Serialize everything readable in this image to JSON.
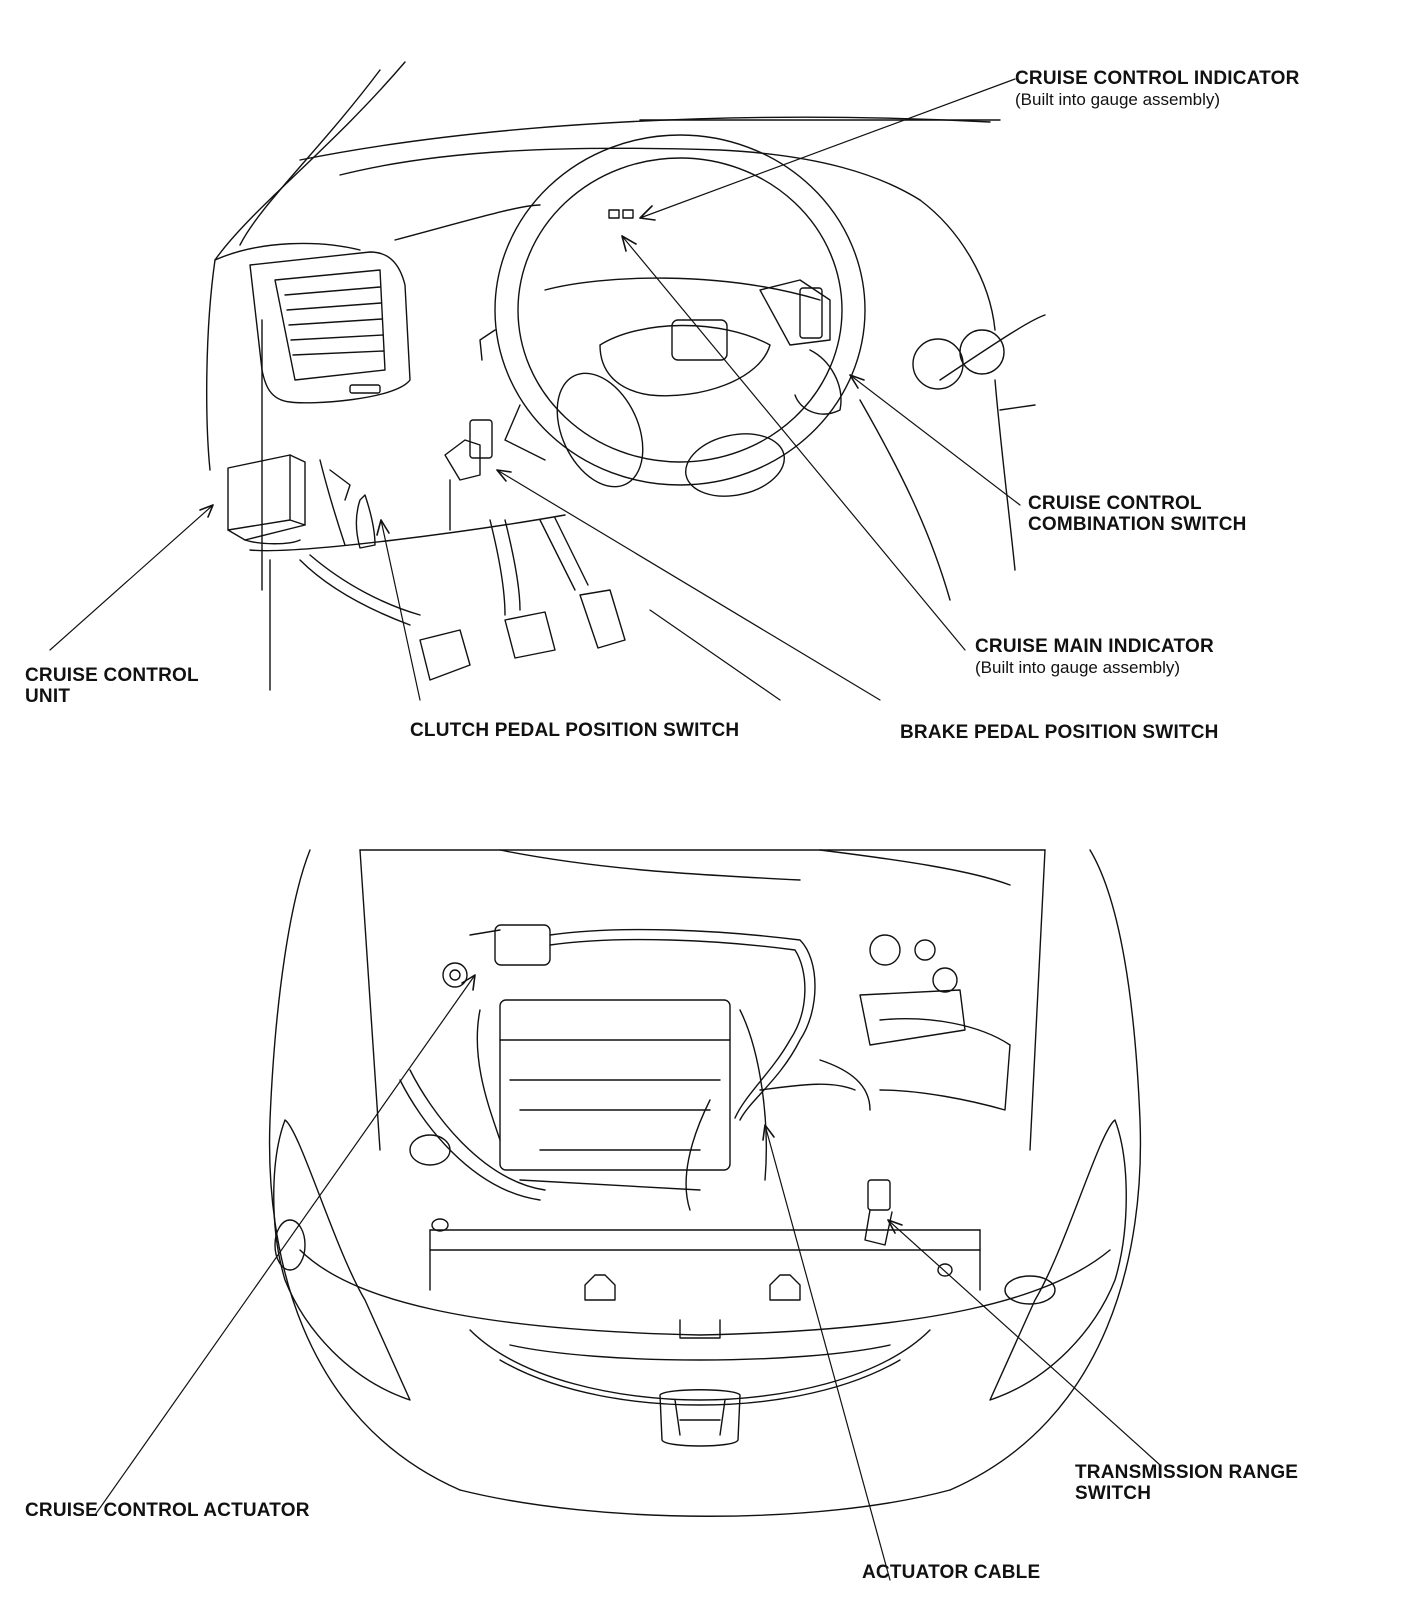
{
  "labels": {
    "cruise_control_indicator": {
      "title": "CRUISE CONTROL INDICATOR",
      "note": "(Built into gauge assembly)"
    },
    "cruise_control_combination_switch": {
      "line1": "CRUISE CONTROL",
      "line2": "COMBINATION SWITCH"
    },
    "cruise_main_indicator": {
      "title": "CRUISE MAIN INDICATOR",
      "note": "(Built into gauge assembly)"
    },
    "cruise_control_unit": {
      "line1": "CRUISE CONTROL",
      "line2": "UNIT"
    },
    "clutch_pedal_position_switch": "CLUTCH PEDAL POSITION SWITCH",
    "brake_pedal_position_switch": "BRAKE PEDAL POSITION SWITCH",
    "cruise_control_actuator": "CRUISE CONTROL ACTUATOR",
    "transmission_range_switch": {
      "line1": "TRANSMISSION RANGE",
      "line2": "SWITCH"
    },
    "actuator_cable": "ACTUATOR CABLE"
  },
  "colors": {
    "ink": "#111111",
    "paper": "#ffffff"
  }
}
